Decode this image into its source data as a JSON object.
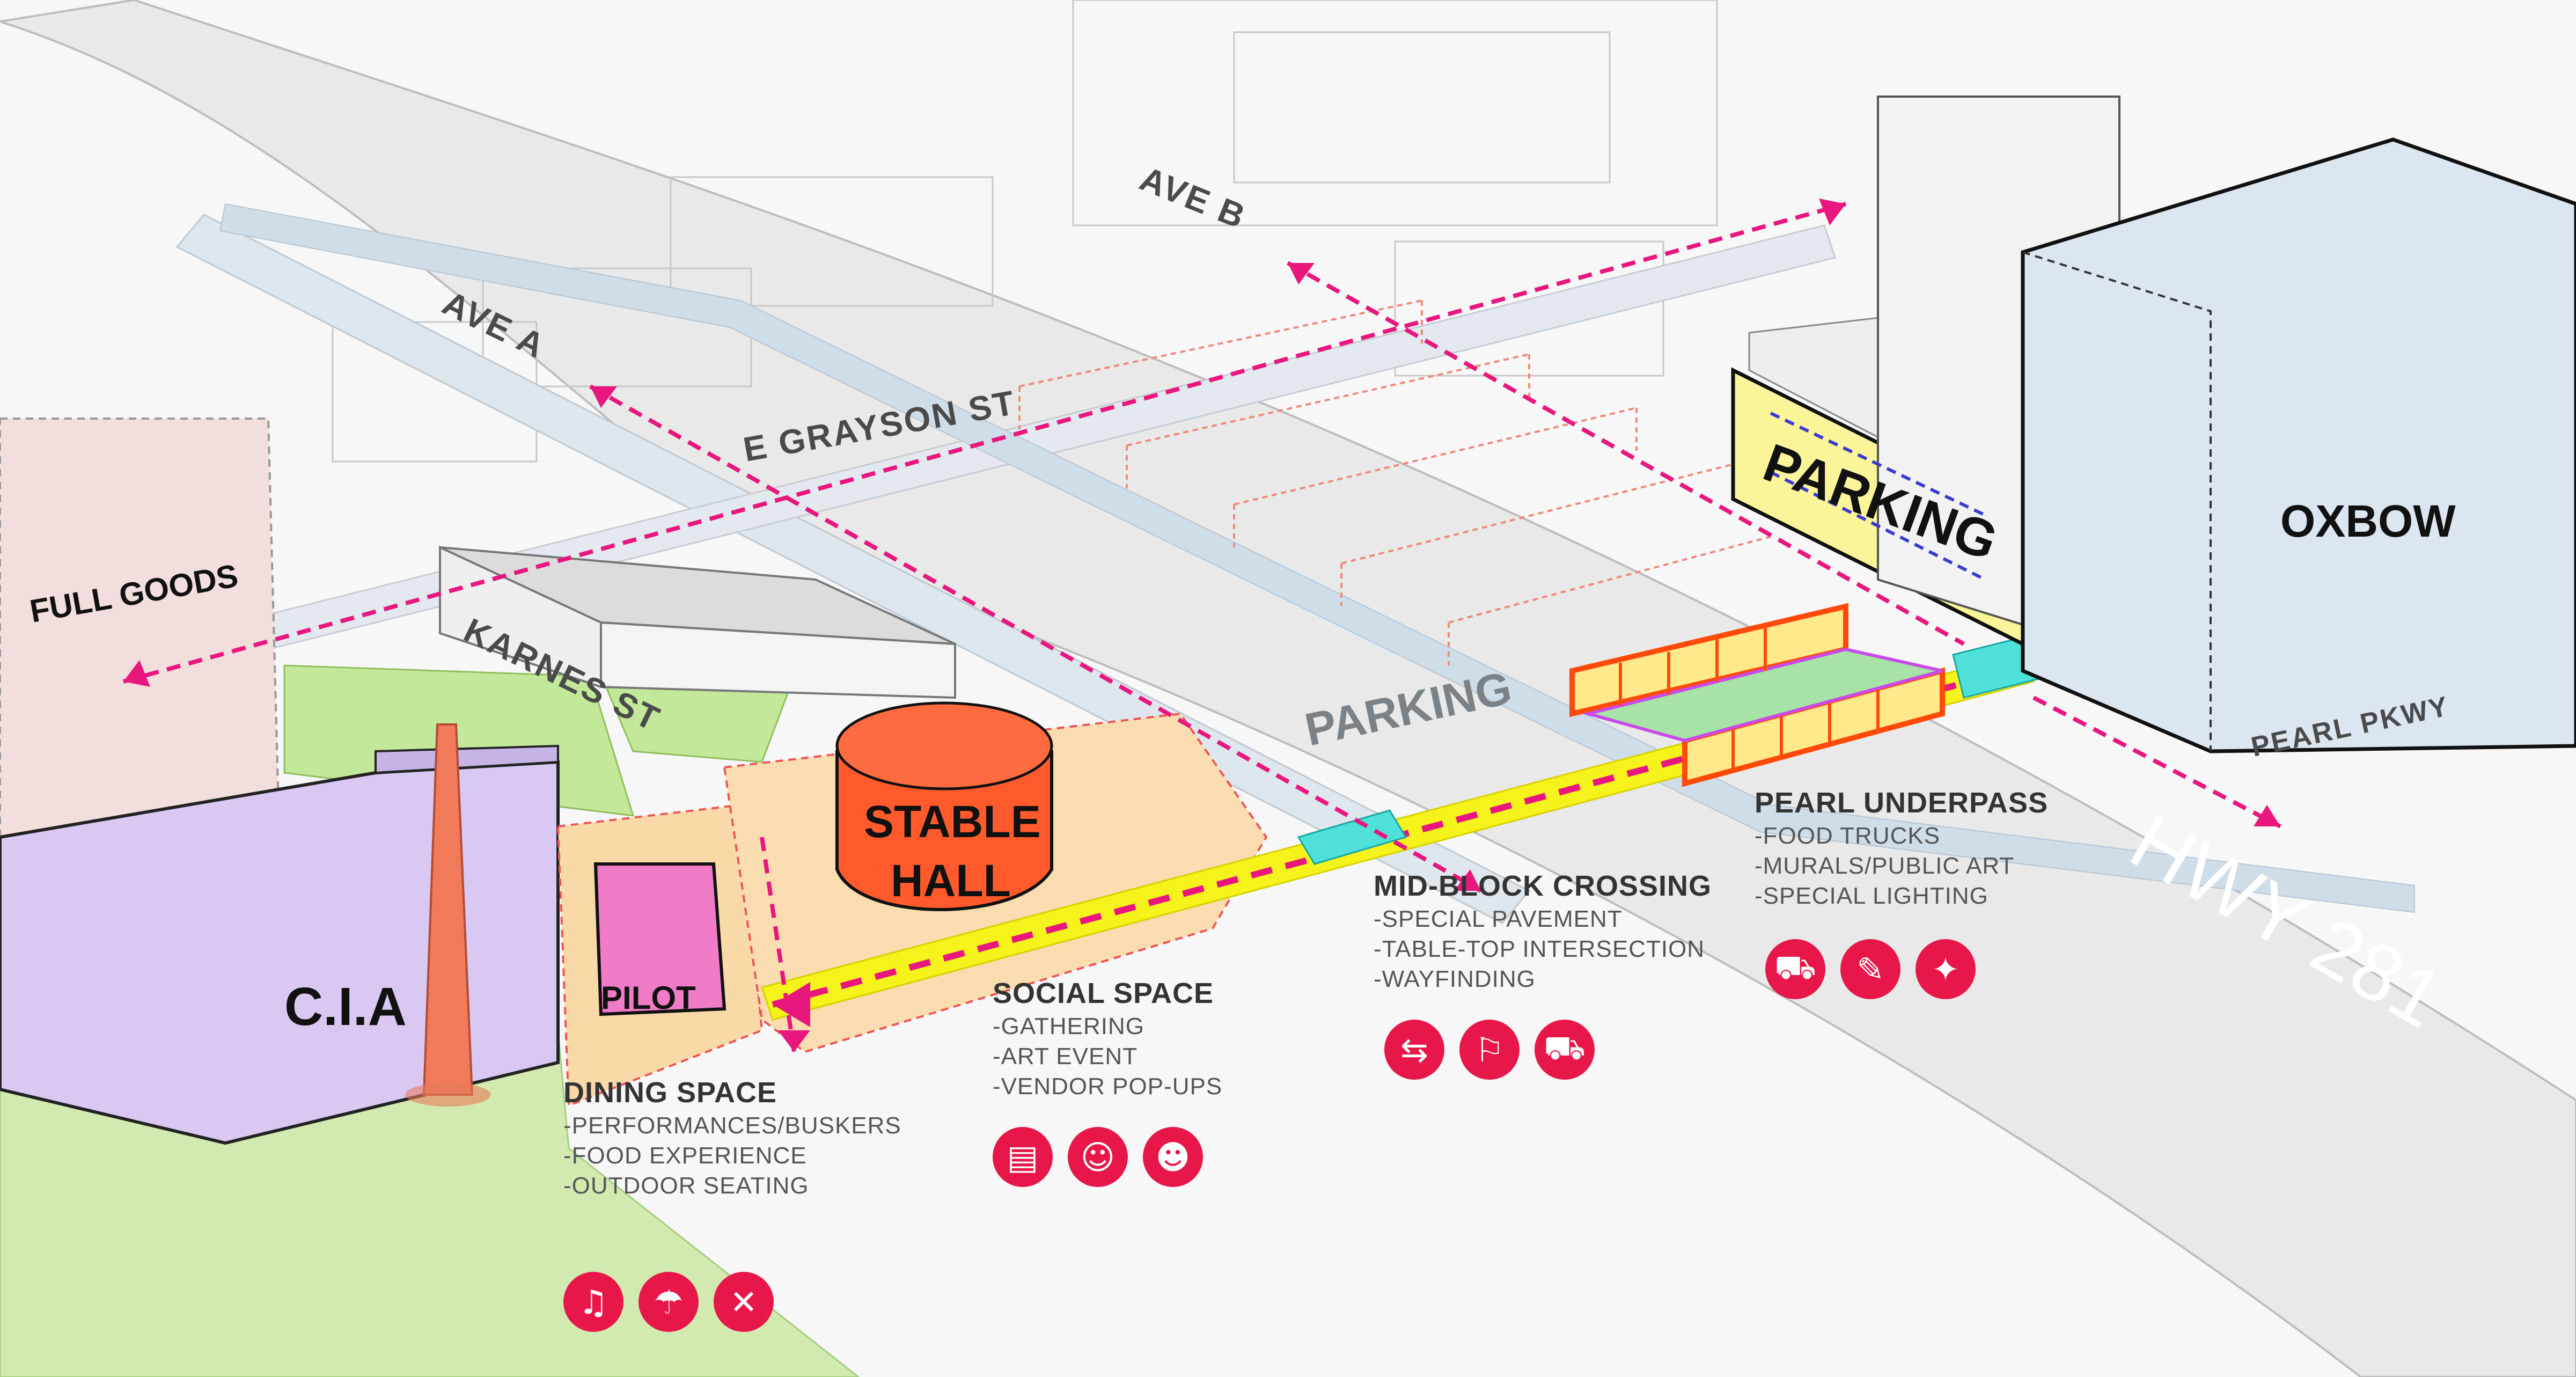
{
  "streets": {
    "ave_b": "AVE B",
    "ave_a": "AVE A",
    "e_grayson": "E GRAYSON ST",
    "karnes": "KARNES ST",
    "pearl_pkwy": "PEARL PKWY",
    "hwy": "HWY 281"
  },
  "buildings": {
    "full_goods": "FULL GOODS",
    "oxbow": "OXBOW",
    "parking_garage": "PARKING",
    "parking_lot": "PARKING",
    "stable_hall_1": "STABLE",
    "stable_hall_2": "HALL",
    "cia": "C.I.A",
    "pilot": "PILOT"
  },
  "programs": {
    "dining": {
      "title": "DINING SPACE",
      "items": [
        "-PERFORMANCES/BUSKERS",
        "-FOOD EXPERIENCE",
        "-OUTDOOR SEATING"
      ],
      "icons": [
        "busker-icon",
        "outdoor-seating-icon",
        "food-experience-icon"
      ]
    },
    "social": {
      "title": "SOCIAL SPACE",
      "items": [
        "-GATHERING",
        "-ART EVENT",
        "-VENDOR POP-UPS"
      ],
      "icons": [
        "vendor-popup-icon",
        "gathering-icon",
        "art-event-icon"
      ]
    },
    "midblock": {
      "title": "MID-BLOCK CROSSING",
      "items": [
        "-SPECIAL PAVEMENT",
        "-TABLE-TOP INTERSECTION",
        "-WAYFINDING"
      ],
      "icons": [
        "wayfinding-icon",
        "crosswalk-icon",
        "pedestrian-car-icon"
      ]
    },
    "underpass": {
      "title": "PEARL UNDERPASS",
      "items": [
        "-FOOD TRUCKS",
        "-MURALS/PUBLIC ART",
        "-SPECIAL LIGHTING"
      ],
      "icons": [
        "food-truck-icon",
        "palette-icon",
        "string-lights-icon"
      ]
    }
  },
  "colors": {
    "accent_magenta": "#e8177e",
    "icon_red": "#e8174a",
    "path_yellow": "#f5f21c",
    "stable_hall": "#ff5a2c",
    "pilot_pink": "#f07cc8",
    "cia_lavender": "#d9c9f2",
    "smokestack": "#f07a5a",
    "oxbow_blue": "#dbe6f0",
    "parking_yellow": "#fbf59a",
    "green_space": "#c3e89a"
  }
}
